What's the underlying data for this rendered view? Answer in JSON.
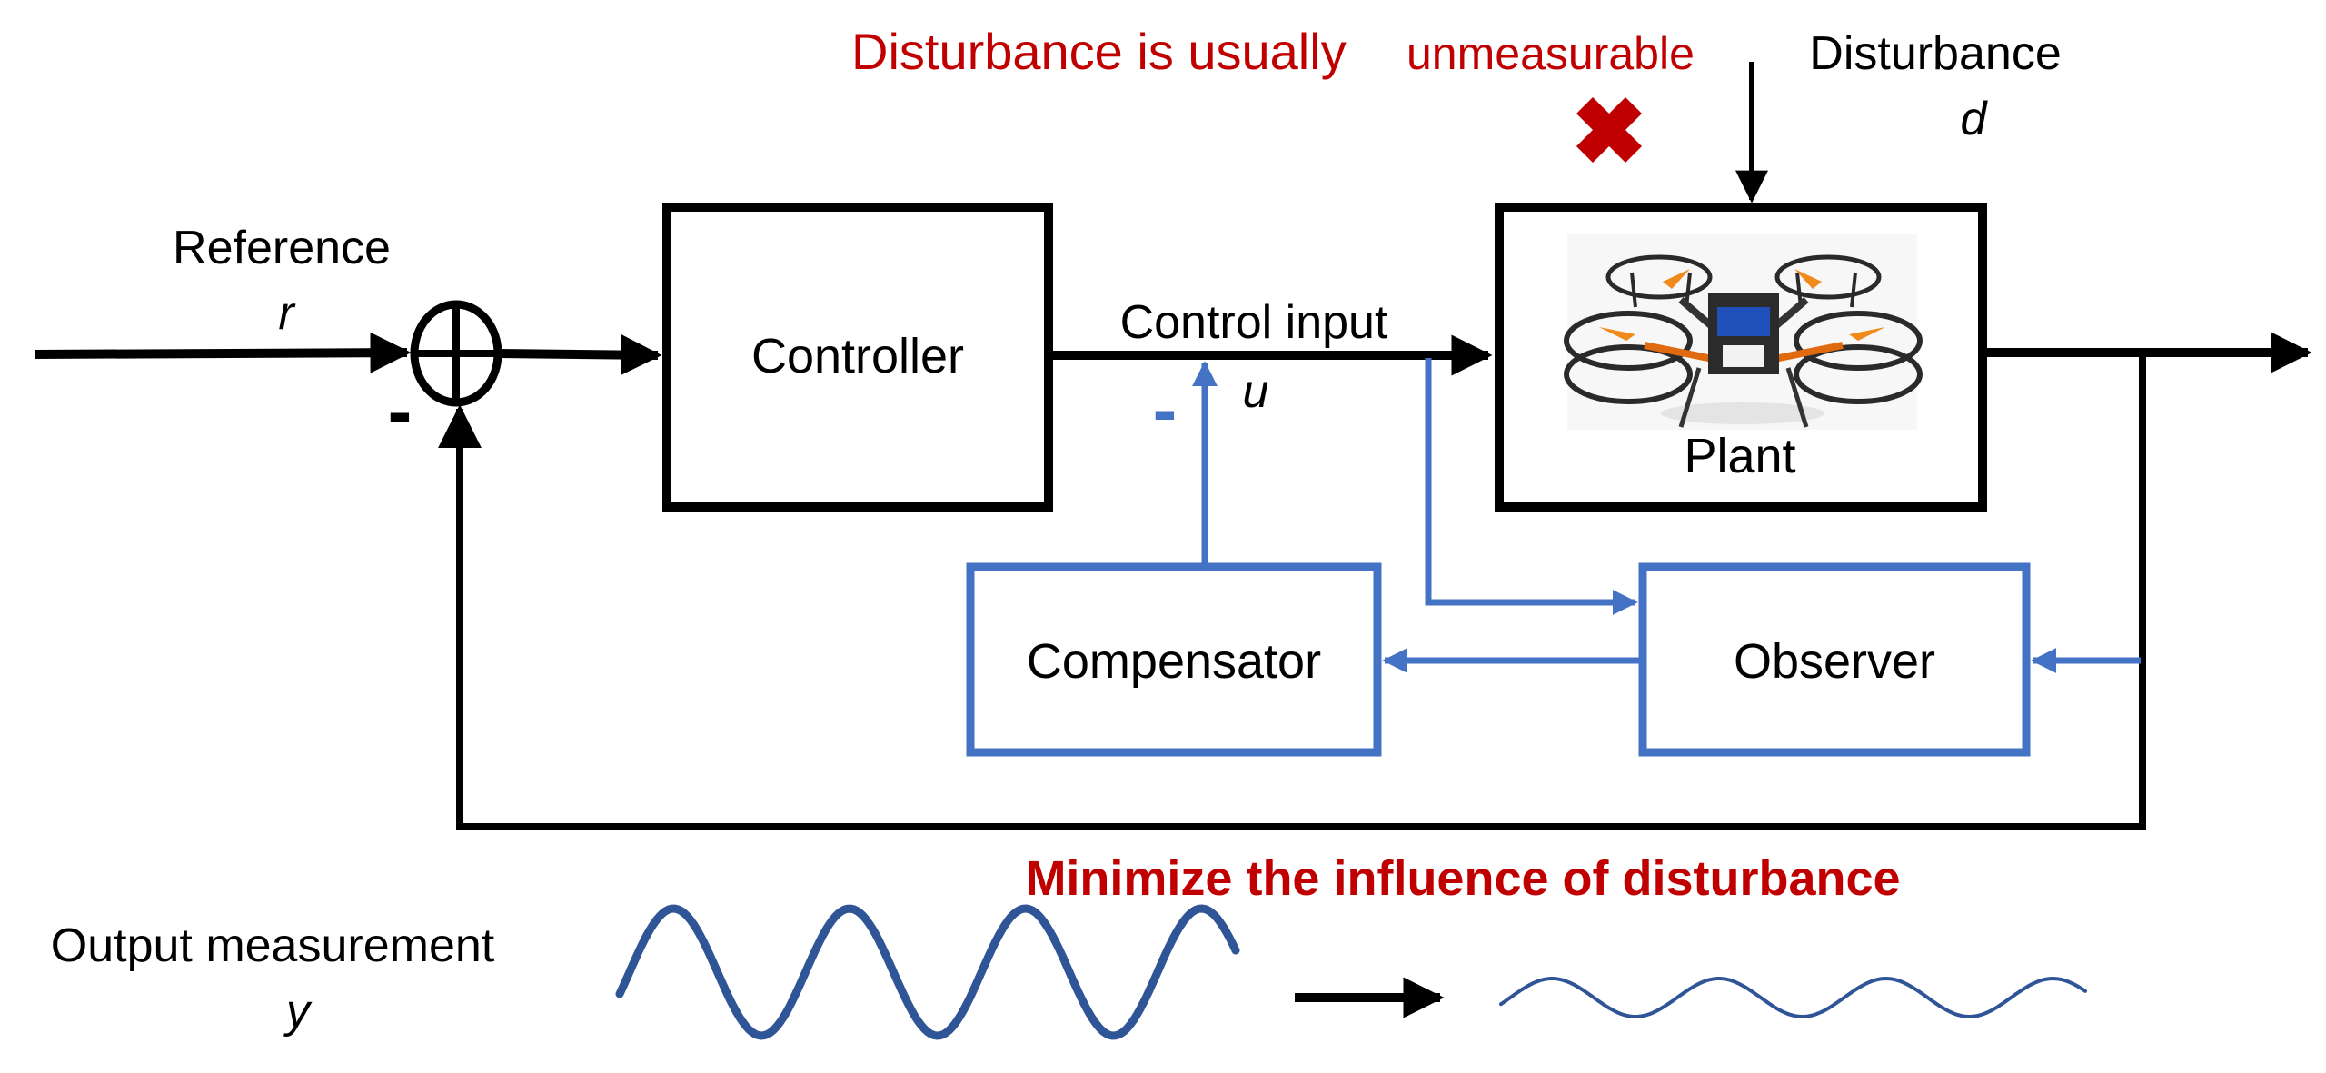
{
  "colors": {
    "black": "#000000",
    "blue": "#4472C4",
    "red": "#C00000",
    "wave": "#2F5597",
    "background": "#FFFFFF"
  },
  "annotations": {
    "unmeasurable_prefix": "Disturbance is usually",
    "unmeasurable_suffix": "unmeasurable",
    "not_measurable_mark": "cross-icon",
    "goal": "Minimize the influence of disturbance"
  },
  "signals": {
    "reference": {
      "label": "Reference",
      "symbol": "r"
    },
    "control_input": {
      "label": "Control input",
      "symbol": "u"
    },
    "disturbance": {
      "label": "Disturbance",
      "symbol": "d"
    },
    "output": {
      "label": "Output measurement",
      "symbol": "y"
    }
  },
  "blocks": {
    "controller": "Controller",
    "plant": "Plant",
    "compensator": "Compensator",
    "observer": "Observer"
  },
  "signs": {
    "feedback_minus": "-",
    "compensation_minus": "-"
  },
  "plant_image": "quadrotor-drone",
  "waves": {
    "before": {
      "description": "large-amplitude oscillation",
      "relative_amplitude": 1.0,
      "cycles": 3.5
    },
    "after": {
      "description": "attenuated oscillation",
      "relative_amplitude": 0.3,
      "cycles": 3.5
    }
  }
}
